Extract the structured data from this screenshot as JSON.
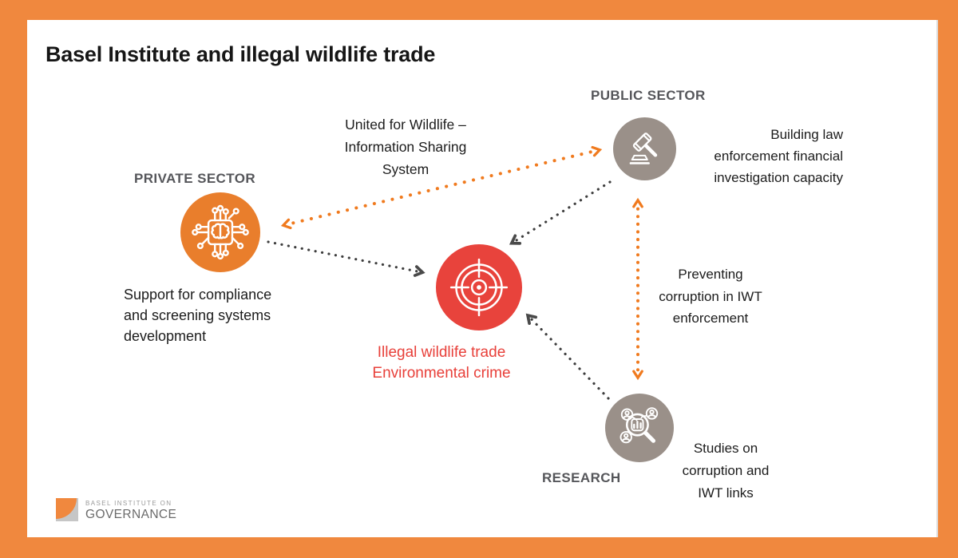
{
  "title": "Basel Institute and illegal wildlife trade",
  "colors": {
    "frame-orange": "#F0883E",
    "node-orange": "#E97E2C",
    "arrow-orange": "#F07A1E",
    "node-taupe": "#9A9089",
    "node-red": "#E8433C",
    "text-red": "#E8403A",
    "text-dark": "#1C1C1C",
    "label-gray": "#55565A",
    "arrow-dark": "#3D3D3D",
    "logo-gray": "#C6C6C6",
    "logo-text-light": "#9A9A9A",
    "logo-text-dark": "#6B6B6B"
  },
  "nodes": {
    "private": {
      "label": "PRIVATE SECTOR",
      "icon": "chip-brain-icon",
      "color": "#E97E2C"
    },
    "public": {
      "label": "PUBLIC SECTOR",
      "icon": "gavel-icon",
      "color": "#9A9089"
    },
    "research": {
      "label": "RESEARCH",
      "icon": "research-magnifier-icon",
      "color": "#9A9089"
    },
    "center": {
      "icon": "target-icon",
      "color": "#E8433C"
    }
  },
  "captions": {
    "united": [
      "United for Wildlife –",
      "Information Sharing",
      "System"
    ],
    "building": [
      "Building law",
      "enforcement financial",
      "investigation capacity"
    ],
    "support": [
      "Support for compliance",
      "and screening systems",
      "development"
    ],
    "illegal": [
      "Illegal wildlife trade",
      "Environmental crime"
    ],
    "preventing": [
      "Preventing",
      "corruption in IWT",
      "enforcement"
    ],
    "studies": [
      "Studies on",
      "corruption and",
      "IWT links"
    ]
  },
  "edges": [
    {
      "name": "private-public",
      "color": "#F07A1E",
      "style": "dotted",
      "bidirectional": true,
      "label": "United for Wildlife – Information Sharing System"
    },
    {
      "name": "public-research",
      "color": "#F07A1E",
      "style": "dotted",
      "bidirectional": true,
      "label": "Preventing corruption in IWT enforcement"
    },
    {
      "name": "private-to-center",
      "color": "#3D3D3D",
      "style": "dotted",
      "bidirectional": false
    },
    {
      "name": "public-to-center",
      "color": "#3D3D3D",
      "style": "dotted",
      "bidirectional": false
    },
    {
      "name": "research-to-center",
      "color": "#3D3D3D",
      "style": "dotted",
      "bidirectional": false
    }
  ],
  "logo": {
    "top": "BASEL INSTITUTE ON",
    "bottom": "GOVERNANCE"
  }
}
